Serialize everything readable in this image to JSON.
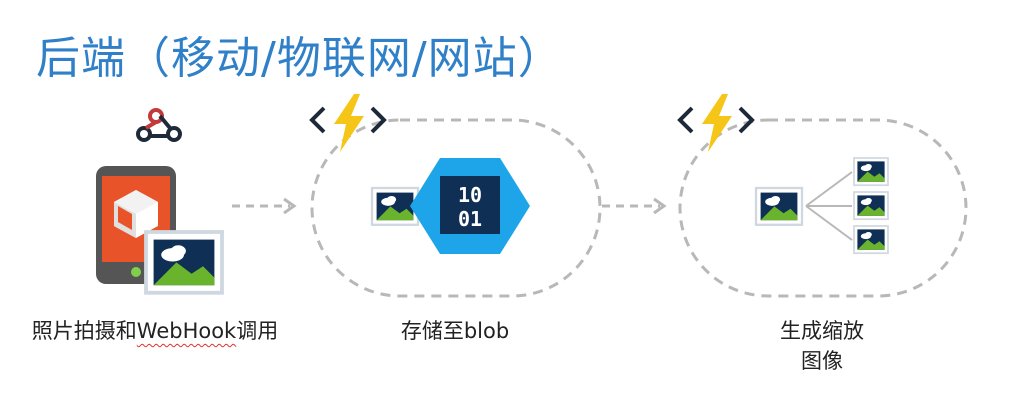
{
  "title": "后端（移动/物联网/网站）",
  "steps": [
    {
      "caption_prefix": "照片拍摄和",
      "caption_marked": "WebHook",
      "caption_suffix": "调用"
    },
    {
      "caption": "存储至blob"
    },
    {
      "caption_line1": "生成缩放",
      "caption_line2": "图像"
    }
  ],
  "blob_bits": {
    "row1": "10",
    "row2": "01"
  },
  "colors": {
    "title": "#2f80c8",
    "function_bolt": "#f5c518",
    "function_brackets": "#1e2a3a",
    "blob_hex": "#1ea5e9",
    "dashed": "#b8b8b8",
    "phone_body": "#555555",
    "phone_screen": "#e8532a",
    "webhook_red": "#c23a3a"
  },
  "icons": [
    "webhook-icon",
    "phone-icon",
    "image-icon",
    "azure-function-icon",
    "blob-storage-icon",
    "arrow-icon"
  ]
}
